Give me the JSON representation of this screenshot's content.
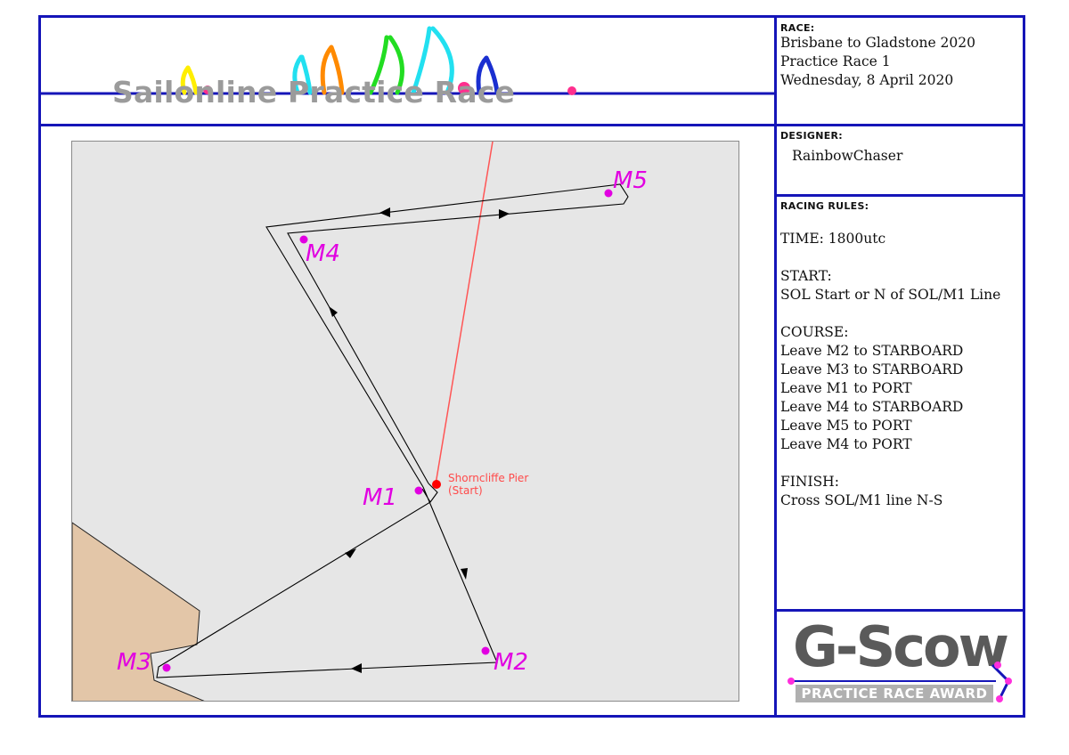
{
  "header": {
    "title": "Sailonline Practice Race",
    "colors": {
      "rule": "#1515b8",
      "dot": "#ff2f8e",
      "title": "#9b9b9b"
    },
    "sails": [
      {
        "color": "#ffee00"
      },
      {
        "color": "#22e0f0"
      },
      {
        "color": "#ff8a00"
      },
      {
        "color": "#22dd22"
      },
      {
        "color": "#22e0f0"
      },
      {
        "color": "#1a2fd0"
      }
    ]
  },
  "race": {
    "heading": "RACE:",
    "lines": [
      "Brisbane to Gladstone 2020",
      "Practice Race 1",
      "Wednesday, 8 April 2020"
    ]
  },
  "designer": {
    "heading": "DESIGNER:",
    "name": "RainbowChaser"
  },
  "rules": {
    "heading": "RACING RULES:",
    "time": "TIME: 1800utc",
    "start_heading": "START:",
    "start": "SOL Start or N of SOL/M1 Line",
    "course_heading": "COURSE:",
    "course": [
      "Leave M2 to STARBOARD",
      "Leave M3 to STARBOARD",
      "Leave M1 to PORT",
      "Leave M4 to STARBOARD",
      "Leave M5 to PORT",
      "Leave M4 to PORT"
    ],
    "finish_heading": "FINISH:",
    "finish": "Cross SOL/M1 line N-S"
  },
  "map": {
    "marks": [
      {
        "id": "M1",
        "label": "M1"
      },
      {
        "id": "M2",
        "label": "M2"
      },
      {
        "id": "M3",
        "label": "M3"
      },
      {
        "id": "M4",
        "label": "M4"
      },
      {
        "id": "M5",
        "label": "M5"
      }
    ],
    "start_label_line1": "Shorncliffe Pier",
    "start_label_line2": "(Start)",
    "colors": {
      "sea": "#e6e6e6",
      "land": "#e3c6a8",
      "mark": "#e100e1",
      "start": "#ff0000",
      "course": "#000000"
    }
  },
  "badge": {
    "title": "G-Scow",
    "subtitle": "PRACTICE RACE AWARD"
  }
}
